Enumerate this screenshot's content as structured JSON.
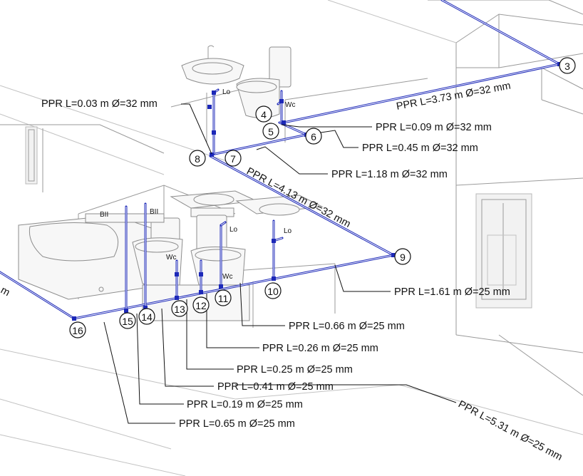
{
  "diagram": {
    "nodes": [
      {
        "id": "3"
      },
      {
        "id": "4"
      },
      {
        "id": "5"
      },
      {
        "id": "6"
      },
      {
        "id": "7"
      },
      {
        "id": "8"
      },
      {
        "id": "9"
      },
      {
        "id": "10"
      },
      {
        "id": "11"
      },
      {
        "id": "12"
      },
      {
        "id": "13"
      },
      {
        "id": "14"
      },
      {
        "id": "15"
      },
      {
        "id": "16"
      }
    ],
    "pipe_labels": [
      {
        "key": "p_0_03",
        "text": "PPR L=0.03 m Ø=32 mm"
      },
      {
        "key": "p_3_73",
        "text": "PPR L=3.73 m Ø=32 mm"
      },
      {
        "key": "p_0_09",
        "text": "PPR L=0.09 m Ø=32 mm"
      },
      {
        "key": "p_0_45",
        "text": "PPR L=0.45 m Ø=32 mm"
      },
      {
        "key": "p_1_18",
        "text": "PPR L=1.18 m Ø=32 mm"
      },
      {
        "key": "p_4_13",
        "text": "PPR L=4.13 m Ø=32 mm"
      },
      {
        "key": "p_1_61",
        "text": "PPR L=1.61 m Ø=25 mm"
      },
      {
        "key": "p_0_66",
        "text": "PPR L=0.66 m Ø=25 mm"
      },
      {
        "key": "p_0_26",
        "text": "PPR L=0.26 m Ø=25 mm"
      },
      {
        "key": "p_0_25",
        "text": "PPR L=0.25 m Ø=25 mm"
      },
      {
        "key": "p_0_41",
        "text": "PPR L=0.41 m Ø=25 mm"
      },
      {
        "key": "p_0_19",
        "text": "PPR L=0.19 m Ø=25 mm"
      },
      {
        "key": "p_0_65",
        "text": "PPR L=0.65 m Ø=25 mm"
      },
      {
        "key": "p_5_31",
        "text": "PPR L=5.31 m Ø=25 mm"
      }
    ],
    "fixture_labels": [
      {
        "key": "lo_upper",
        "text": "Lo"
      },
      {
        "key": "wc_upper",
        "text": "Wc"
      },
      {
        "key": "bii_left",
        "text": "BII"
      },
      {
        "key": "bii_right",
        "text": "BII"
      },
      {
        "key": "lo_mid",
        "text": "Lo"
      },
      {
        "key": "lo_right",
        "text": "Lo"
      },
      {
        "key": "wc_left",
        "text": "Wc"
      },
      {
        "key": "wc_mid",
        "text": "Wc"
      }
    ],
    "cropped_edge_text": "m",
    "colors": {
      "pipe": "#1c28b8",
      "leader": "#111111",
      "architecture": "#9a9a9a"
    }
  }
}
